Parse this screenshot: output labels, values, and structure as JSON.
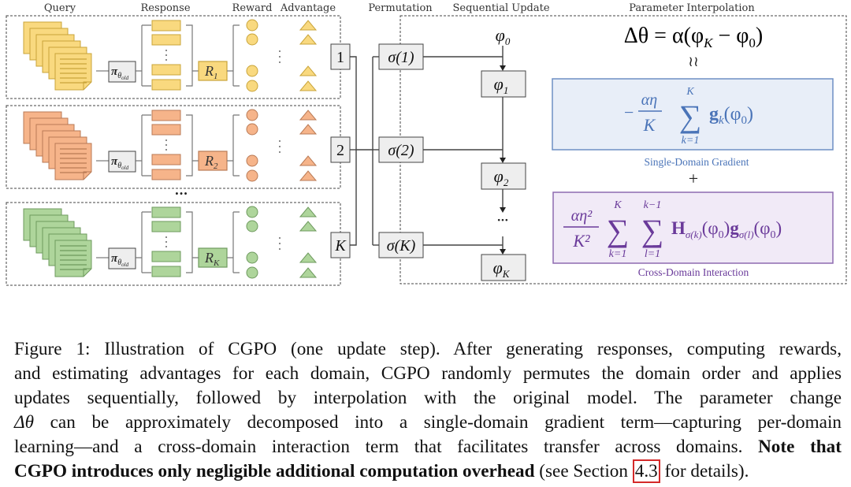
{
  "figure": {
    "headers": {
      "query": "Query",
      "response": "Response",
      "reward": "Reward",
      "advantage": "Advantage",
      "permutation": "Permutation",
      "sequential_update": "Sequential Update",
      "parameter_interpolation": "Parameter Interpolation"
    },
    "policy_label": "π",
    "policy_sub": "θ",
    "policy_subsub": "old",
    "domains": [
      {
        "index_label": "1",
        "reward_label": "R",
        "reward_sub": "1",
        "fill": "#f9d97f",
        "stroke": "#c9a43a"
      },
      {
        "index_label": "2",
        "reward_label": "R",
        "reward_sub": "2",
        "fill": "#f6b48a",
        "stroke": "#b97a55"
      },
      {
        "index_label": "K",
        "reward_label": "R",
        "reward_sub": "K",
        "fill": "#aed59b",
        "stroke": "#6e9a5e"
      }
    ],
    "domain_gap_ellipsis": "···",
    "permutation_boxes": [
      {
        "label": "σ(1)"
      },
      {
        "label": "σ(2)"
      },
      {
        "label": "σ(K)"
      }
    ],
    "sequence": {
      "start": "φ",
      "start_sub": "0",
      "nodes": [
        {
          "label": "φ",
          "sub": "1"
        },
        {
          "label": "φ",
          "sub": "2"
        },
        {
          "label": "φ",
          "sub": "K"
        }
      ],
      "ellipsis": "···"
    },
    "interpolation": {
      "equation": "Δθ = α(φ",
      "equation_sub": "K",
      "equation_tail": " − φ",
      "equation_tail_sub": "0",
      "equation_close": ")",
      "approx": "≀≀",
      "plus": "+",
      "single_domain": {
        "label": "Single-Domain Gradient",
        "color": "#4a74b8",
        "fill": "#e8eef8",
        "stroke": "#6e8fc4",
        "minus": "−",
        "frac_num": "αη",
        "frac_den": "K",
        "sum_top": "K",
        "sum_bottom": "k=1",
        "term": "g",
        "term_sub": "k",
        "term_arg": "(φ",
        "term_arg_sub": "0",
        "term_close": ")"
      },
      "cross_domain": {
        "label": "Cross-Domain Interaction",
        "color": "#6a3a9a",
        "fill": "#f1eaf7",
        "stroke": "#8e6bb0",
        "frac_num": "αη²",
        "frac_den": "K²",
        "sum1_top": "K",
        "sum1_bottom": "k=1",
        "sum2_top": "k−1",
        "sum2_bottom": "l=1",
        "term_H": "H",
        "term_H_sub": "σ(k)",
        "term_arg1": "(φ",
        "term_arg1_sub": "0",
        "term_close1": ")",
        "term_g": "g",
        "term_g_sub": "σ(l)",
        "term_arg2": "(φ",
        "term_arg2_sub": "0",
        "term_close2": ")"
      }
    }
  },
  "caption": {
    "line1": "Figure 1:  Illustration of CGPO (one update step). After generating responses, computing rewards,",
    "line2": "and estimating advantages for each domain, CGPO randomly permutes the domain order and applies",
    "line3": "updates sequentially, followed by interpolation with the original model.  The parameter change",
    "line4_math": "Δθ",
    "line4": " can be approximately decomposed into a single-domain gradient term—capturing per-domain",
    "line5_plain": "learning—and a cross-domain interaction term that facilitates transfer across domains. ",
    "line5_bold": "Note that",
    "line6_bold": "CGPO introduces only negligible additional computation overhead",
    "line6_pre": " (see Section ",
    "line6_ref": "4.3",
    "line6_post": " for details).",
    "ref_highlight_color": "#d42a2a"
  }
}
